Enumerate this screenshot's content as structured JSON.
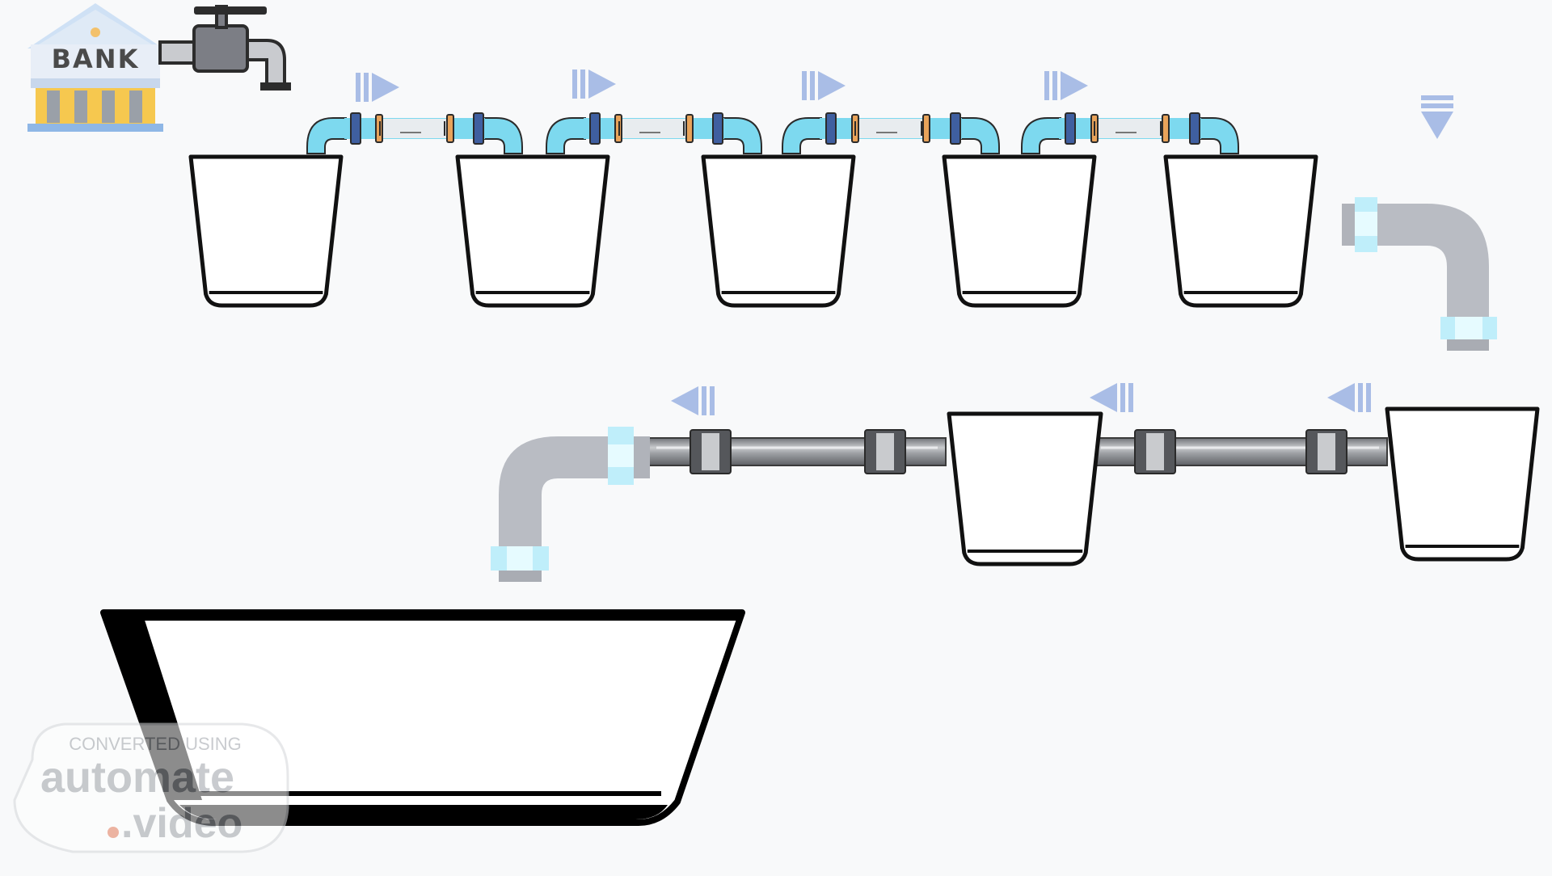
{
  "bank": {
    "label": "BANK"
  },
  "watermark": {
    "line1": "CONVERTED USING",
    "line2": "automate",
    "line3": ".video"
  },
  "colors": {
    "pipe_blue": "#7dd9ef",
    "pipe_flange": "#3f5fa0",
    "pipe_orange": "#e8a35a",
    "pipe_gray": "#b9bcc3",
    "pipe_dark": "#8a8d92",
    "arrow": "#a9bde6",
    "bucket_stroke": "#111111",
    "background": "#f8f9fa"
  },
  "icons": {
    "bank": "bank-icon",
    "faucet": "faucet-icon",
    "arrow_right": "flow-right-arrow-icon",
    "arrow_left": "flow-left-arrow-icon",
    "arrow_down": "flow-down-arrow-icon",
    "bucket": "bucket-icon",
    "tub": "basin-icon"
  },
  "flow": {
    "top_row_buckets": 5,
    "bottom_row_buckets": 2,
    "direction_top": "right",
    "direction_bottom": "left"
  }
}
